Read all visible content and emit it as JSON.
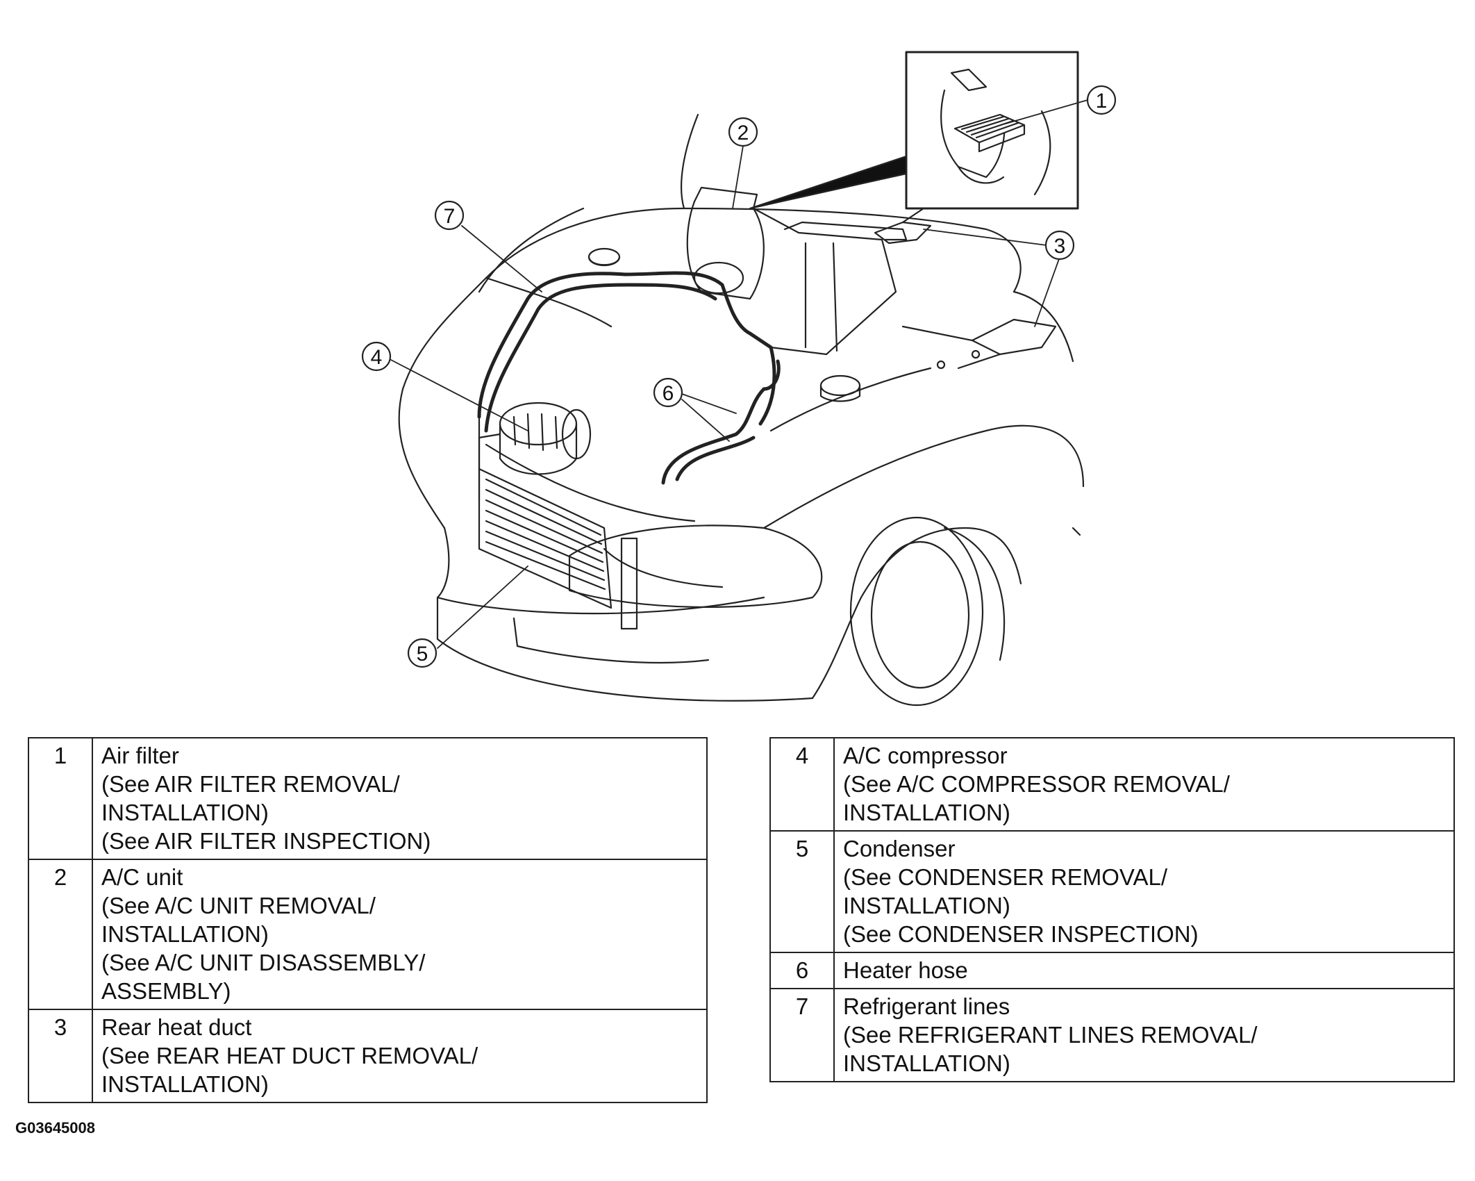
{
  "figure_code": "G03645008",
  "callouts": [
    "1",
    "2",
    "3",
    "4",
    "5",
    "6",
    "7"
  ],
  "legend_left": [
    {
      "num": "1",
      "lines": [
        "Air filter",
        "(See AIR FILTER REMOVAL/",
        "INSTALLATION)",
        "(See AIR FILTER INSPECTION)"
      ]
    },
    {
      "num": "2",
      "lines": [
        "A/C unit",
        "(See A/C UNIT REMOVAL/",
        "INSTALLATION)",
        "(See A/C UNIT DISASSEMBLY/",
        "ASSEMBLY)"
      ]
    },
    {
      "num": "3",
      "lines": [
        "Rear heat duct",
        "(See REAR HEAT DUCT REMOVAL/",
        "INSTALLATION)"
      ]
    }
  ],
  "legend_right": [
    {
      "num": "4",
      "lines": [
        "A/C compressor",
        "(See A/C COMPRESSOR REMOVAL/",
        "INSTALLATION)"
      ]
    },
    {
      "num": "5",
      "lines": [
        "Condenser",
        "(See CONDENSER REMOVAL/",
        "INSTALLATION)",
        "(See CONDENSER INSPECTION)"
      ]
    },
    {
      "num": "6",
      "lines": [
        "Heater hose"
      ]
    },
    {
      "num": "7",
      "lines": [
        "Refrigerant lines",
        "(See REFRIGERANT LINES REMOVAL/",
        "INSTALLATION)"
      ]
    }
  ]
}
